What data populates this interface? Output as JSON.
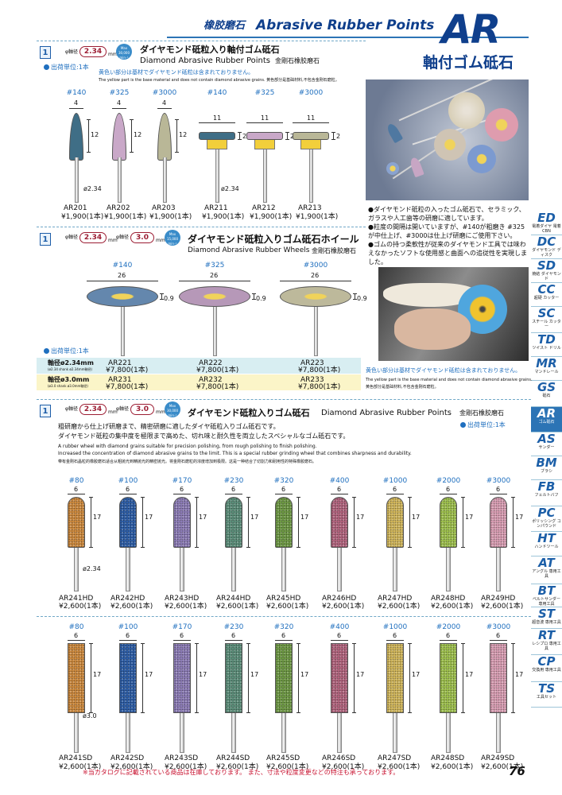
{
  "header": {
    "jp": "橡胶磨石",
    "en": "Abrasive Rubber Points",
    "code": "AR",
    "jp_title": "軸付ゴム砥石"
  },
  "side_tabs": [
    {
      "code": "ED",
      "sub": "電着ダイヤ 電着CBN"
    },
    {
      "code": "DC",
      "sub": "ダイヤモンド ディスク"
    },
    {
      "code": "SD",
      "sub": "焼結 ダイヤモンド"
    },
    {
      "code": "CC",
      "sub": "超硬 カッター"
    },
    {
      "code": "SC",
      "sub": "スチール カッター"
    },
    {
      "code": "TD",
      "sub": "ツイスト ドリル"
    },
    {
      "code": "MR",
      "sub": "マンドレール"
    },
    {
      "code": "GS",
      "sub": "砥石"
    },
    {
      "code": "AR",
      "sub": "ゴム砥石"
    },
    {
      "code": "AS",
      "sub": "サンダー"
    },
    {
      "code": "BM",
      "sub": "ブラシ"
    },
    {
      "code": "FB",
      "sub": "フェルトバフ"
    },
    {
      "code": "PC",
      "sub": "ポリッシング コンパウンド"
    },
    {
      "code": "HT",
      "sub": "ハンドツール"
    },
    {
      "code": "AT",
      "sub": "アングル 専用工具"
    },
    {
      "code": "BT",
      "sub": "ベルトサンダー 専用工具"
    },
    {
      "code": "ST",
      "sub": "超音波 専用工具"
    },
    {
      "code": "RT",
      "sub": "レシプロ 専用工具"
    },
    {
      "code": "CP",
      "sub": "交換用 専用工具"
    },
    {
      "code": "TS",
      "sub": "工具セット"
    }
  ],
  "common": {
    "box_num": "1",
    "shank_label": "φ軸径",
    "mm": "mm",
    "max": "Max",
    "rpm": "min⁻¹",
    "unit_label": "出荷単位:1本"
  },
  "s1": {
    "shank": "2.34",
    "speed": "30,000",
    "title_jp": "ダイヤモンド砥粒入り軸付ゴム砥石",
    "title_en": "Diamond Abrasive Rubber Points",
    "title_cn": "金剛石橡胶磨石",
    "note_jp": "黄色い部分は基材でダイヤモンド砥粒は含まれておりません。",
    "note_en": "The yellow part is the base material and does not contain diamond abrasive grains.  黄色部分是基础材料,不包含金刚石磨粒。",
    "products": [
      {
        "grit": "#140",
        "dia": "4",
        "len": "12",
        "code": "AR201",
        "price": "¥1,900(1本)",
        "color": "#3f6e86"
      },
      {
        "grit": "#325",
        "dia": "4",
        "len": "12",
        "code": "AR202",
        "price": "¥1,900(1本)",
        "color": "#c9a8c8"
      },
      {
        "grit": "#3000",
        "dia": "4",
        "len": "12",
        "code": "AR203",
        "price": "¥1,900(1本)",
        "color": "#b9b797"
      },
      {
        "grit": "#140",
        "dia": "11",
        "len": "2",
        "code": "AR211",
        "price": "¥1,900(1本)",
        "color": "#3f6e86"
      },
      {
        "grit": "#325",
        "dia": "11",
        "len": "2",
        "code": "AR212",
        "price": "¥1,900(1本)",
        "color": "#c9a8c8"
      },
      {
        "grit": "#3000",
        "dia": "11",
        "len": "2",
        "code": "AR213",
        "price": "¥1,900(1本)",
        "color": "#b9b797"
      }
    ],
    "shank_dim": "ø2.34"
  },
  "photo_text": {
    "b1": "●ダイヤモンド砥粒の入ったゴム砥石で、セラミック、ガラスや人工歯等の研磨に適しています。",
    "b2": "●粒度の間隔は開いていますが、#140が粗磨き #325が中仕上げ、#3000は仕上げ研磨にご使用下さい。",
    "b3": "●ゴムの持つ柔軟性が従来のダイヤモンド工具では味わえなかったソフトな使用感と曲面への追従性を実現しました。",
    "note_jp": "黄色い部分は基材でダイヤモンド砥粒は含まれておりません。",
    "note_en": "The yellow part is the base material and does not contain diamond abrasive grains.",
    "note_cn": "黄色部分是基础材料,不包含金刚石磨粒。"
  },
  "s2": {
    "shank1": "2.34",
    "shank2": "3.0",
    "speed": "15,000",
    "title_jp": "ダイヤモンド砥粒入りゴム砥石ホイール",
    "title_en": "Diamond Abrasive Rubber Wheels",
    "title_cn": "金剛石橡胶磨石",
    "wheels": [
      {
        "grit": "#140",
        "dia": "26",
        "th": "0.9",
        "color": "#6487ad"
      },
      {
        "grit": "#325",
        "dia": "26",
        "th": "0.9",
        "color": "#b698b8"
      },
      {
        "grit": "#3000",
        "dia": "26",
        "th": "0.9",
        "color": "#bdb99b"
      }
    ],
    "row1": {
      "label": "軸径ø2.34mm",
      "sub": "(ø2.34 shank ø2.34mm軸径)",
      "codes": [
        "AR221",
        "AR222",
        "AR223"
      ],
      "prices": [
        "¥7,800(1本)",
        "¥7,800(1本)",
        "¥7,800(1本)"
      ]
    },
    "row2": {
      "label": "軸径ø3.0mm",
      "sub": "(ø3.0 shank ø3.0mm軸径)",
      "codes": [
        "AR231",
        "AR232",
        "AR233"
      ],
      "prices": [
        "¥7,800(1本)",
        "¥7,800(1本)",
        "¥7,800(1本)"
      ]
    }
  },
  "s3": {
    "shank1": "2.34",
    "shank2": "3.0",
    "speed": "30,000",
    "title_jp": "ダイヤモンド砥粒入りゴム砥石",
    "title_en": "Diamond Abrasive Rubber Points",
    "title_cn": "金剛石橡胶磨石",
    "d1": "粗研磨から仕上げ研磨まで、精密研磨に適したダイヤ砥粒入りゴム砥石です。",
    "d2": "ダイヤモンド砥粒の集中度を極限まで高めた、切れ味と耐久性を両立したスペシャルなゴム砥石です。",
    "d3": "A rubber wheel with diamond grains suitable for precision polishing, from rough polishing to finish polishing.",
    "d4": "Increased the concentration of diamond abrasive grains to the limit. This is a special rubber grinding wheel that combines sharpness and durability.",
    "d5": "带有金刚石晶粒的橡胶磨石适合从粗抛光到精抛光的精密抛光。将金刚石磨粒的浓度增加到极限。这是一种结合了切割力和耐用性的特殊橡胶磨石。",
    "hd": [
      {
        "grit": "#80",
        "dia": "6",
        "len": "17",
        "code": "AR241HD",
        "price": "¥2,600(1本)",
        "color": "#cf8b3f"
      },
      {
        "grit": "#100",
        "dia": "6",
        "len": "17",
        "code": "AR242HD",
        "price": "¥2,600(1本)",
        "color": "#2f5fa8"
      },
      {
        "grit": "#170",
        "dia": "6",
        "len": "17",
        "code": "AR243HD",
        "price": "¥2,600(1本)",
        "color": "#8d7db7"
      },
      {
        "grit": "#230",
        "dia": "6",
        "len": "17",
        "code": "AR244HD",
        "price": "¥2,600(1本)",
        "color": "#5d8f7b"
      },
      {
        "grit": "#320",
        "dia": "6",
        "len": "17",
        "code": "AR245HD",
        "price": "¥2,600(1本)",
        "color": "#6f9a45"
      },
      {
        "grit": "#400",
        "dia": "6",
        "len": "17",
        "code": "AR246HD",
        "price": "¥2,600(1本)",
        "color": "#b3657f"
      },
      {
        "grit": "#1000",
        "dia": "6",
        "len": "17",
        "code": "AR247HD",
        "price": "¥2,600(1本)",
        "color": "#d3b85c"
      },
      {
        "grit": "#2000",
        "dia": "6",
        "len": "17",
        "code": "AR248HD",
        "price": "¥2,600(1本)",
        "color": "#9fc24e"
      },
      {
        "grit": "#3000",
        "dia": "6",
        "len": "17",
        "code": "AR249HD",
        "price": "¥2,600(1本)",
        "color": "#dba0b5"
      }
    ],
    "hd_shank": "ø2.34",
    "sd": [
      {
        "grit": "#80",
        "dia": "6",
        "len": "17",
        "code": "AR241SD",
        "price": "¥2,600(1本)",
        "color": "#cf8b3f"
      },
      {
        "grit": "#100",
        "dia": "6",
        "len": "17",
        "code": "AR242SD",
        "price": "¥2,600(1本)",
        "color": "#2f5fa8"
      },
      {
        "grit": "#170",
        "dia": "6",
        "len": "17",
        "code": "AR243SD",
        "price": "¥2,600(1本)",
        "color": "#8d7db7"
      },
      {
        "grit": "#230",
        "dia": "6",
        "len": "17",
        "code": "AR244SD",
        "price": "¥2,600(1本)",
        "color": "#5d8f7b"
      },
      {
        "grit": "#320",
        "dia": "6",
        "len": "17",
        "code": "AR245SD",
        "price": "¥2,600(1本)",
        "color": "#6f9a45"
      },
      {
        "grit": "#400",
        "dia": "6",
        "len": "17",
        "code": "AR246SD",
        "price": "¥2,600(1本)",
        "color": "#b3657f"
      },
      {
        "grit": "#1000",
        "dia": "6",
        "len": "17",
        "code": "AR247SD",
        "price": "¥2,600(1本)",
        "color": "#d3b85c"
      },
      {
        "grit": "#2000",
        "dia": "6",
        "len": "17",
        "code": "AR248SD",
        "price": "¥2,600(1本)",
        "color": "#9fc24e"
      },
      {
        "grit": "#3000",
        "dia": "6",
        "len": "17",
        "code": "AR249SD",
        "price": "¥2,600(1本)",
        "color": "#dba0b5"
      }
    ],
    "sd_shank": "ø3.0"
  },
  "footer": {
    "note": "※当カタログに記載されている商品は在庫しております。 また、寸法や粒度変更などの特注も承っております。",
    "page": "76"
  },
  "colors": {
    "accent_blue": "#1f6fbf",
    "heading_blue": "#0f3f8c",
    "price_red": "#c8102e"
  }
}
